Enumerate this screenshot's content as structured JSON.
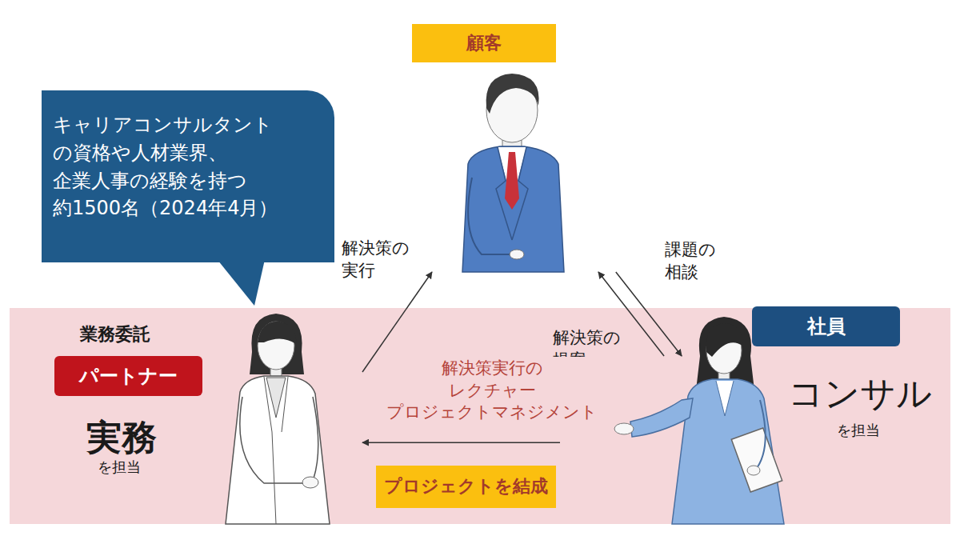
{
  "diagram": {
    "nodes": [
      {
        "text": [
          "顧客"
        ]
      },
      {
        "text": [
          "キャリアコンサルタント の資格や人材業界、 企業人事の経験を持つ 約1500名（2024年4月）"
        ]
      },
      {
        "text": [
          "パートナー"
        ]
      },
      {
        "text": [
          "社員"
        ]
      },
      {
        "text": [
          "プロジェクトを結成"
        ]
      }
    ],
    "edges": [
      {
        "from": 2,
        "to": 0,
        "arrow": "to",
        "label": "解決策の 実行"
      },
      {
        "from": 0,
        "to": 3,
        "arrow": "to",
        "label": "課題の 相談"
      },
      {
        "from": 3,
        "to": 0,
        "arrow": "to",
        "label": "解決策の 提案"
      },
      {
        "from": 3,
        "to": 2,
        "arrow": "to",
        "label": "解決策実行の レクチャー プロジェクトマネジメント"
      }
    ],
    "labels": [
      "業務委託",
      "実務",
      "を担当",
      "コンサル",
      "を担当"
    ]
  }
}
